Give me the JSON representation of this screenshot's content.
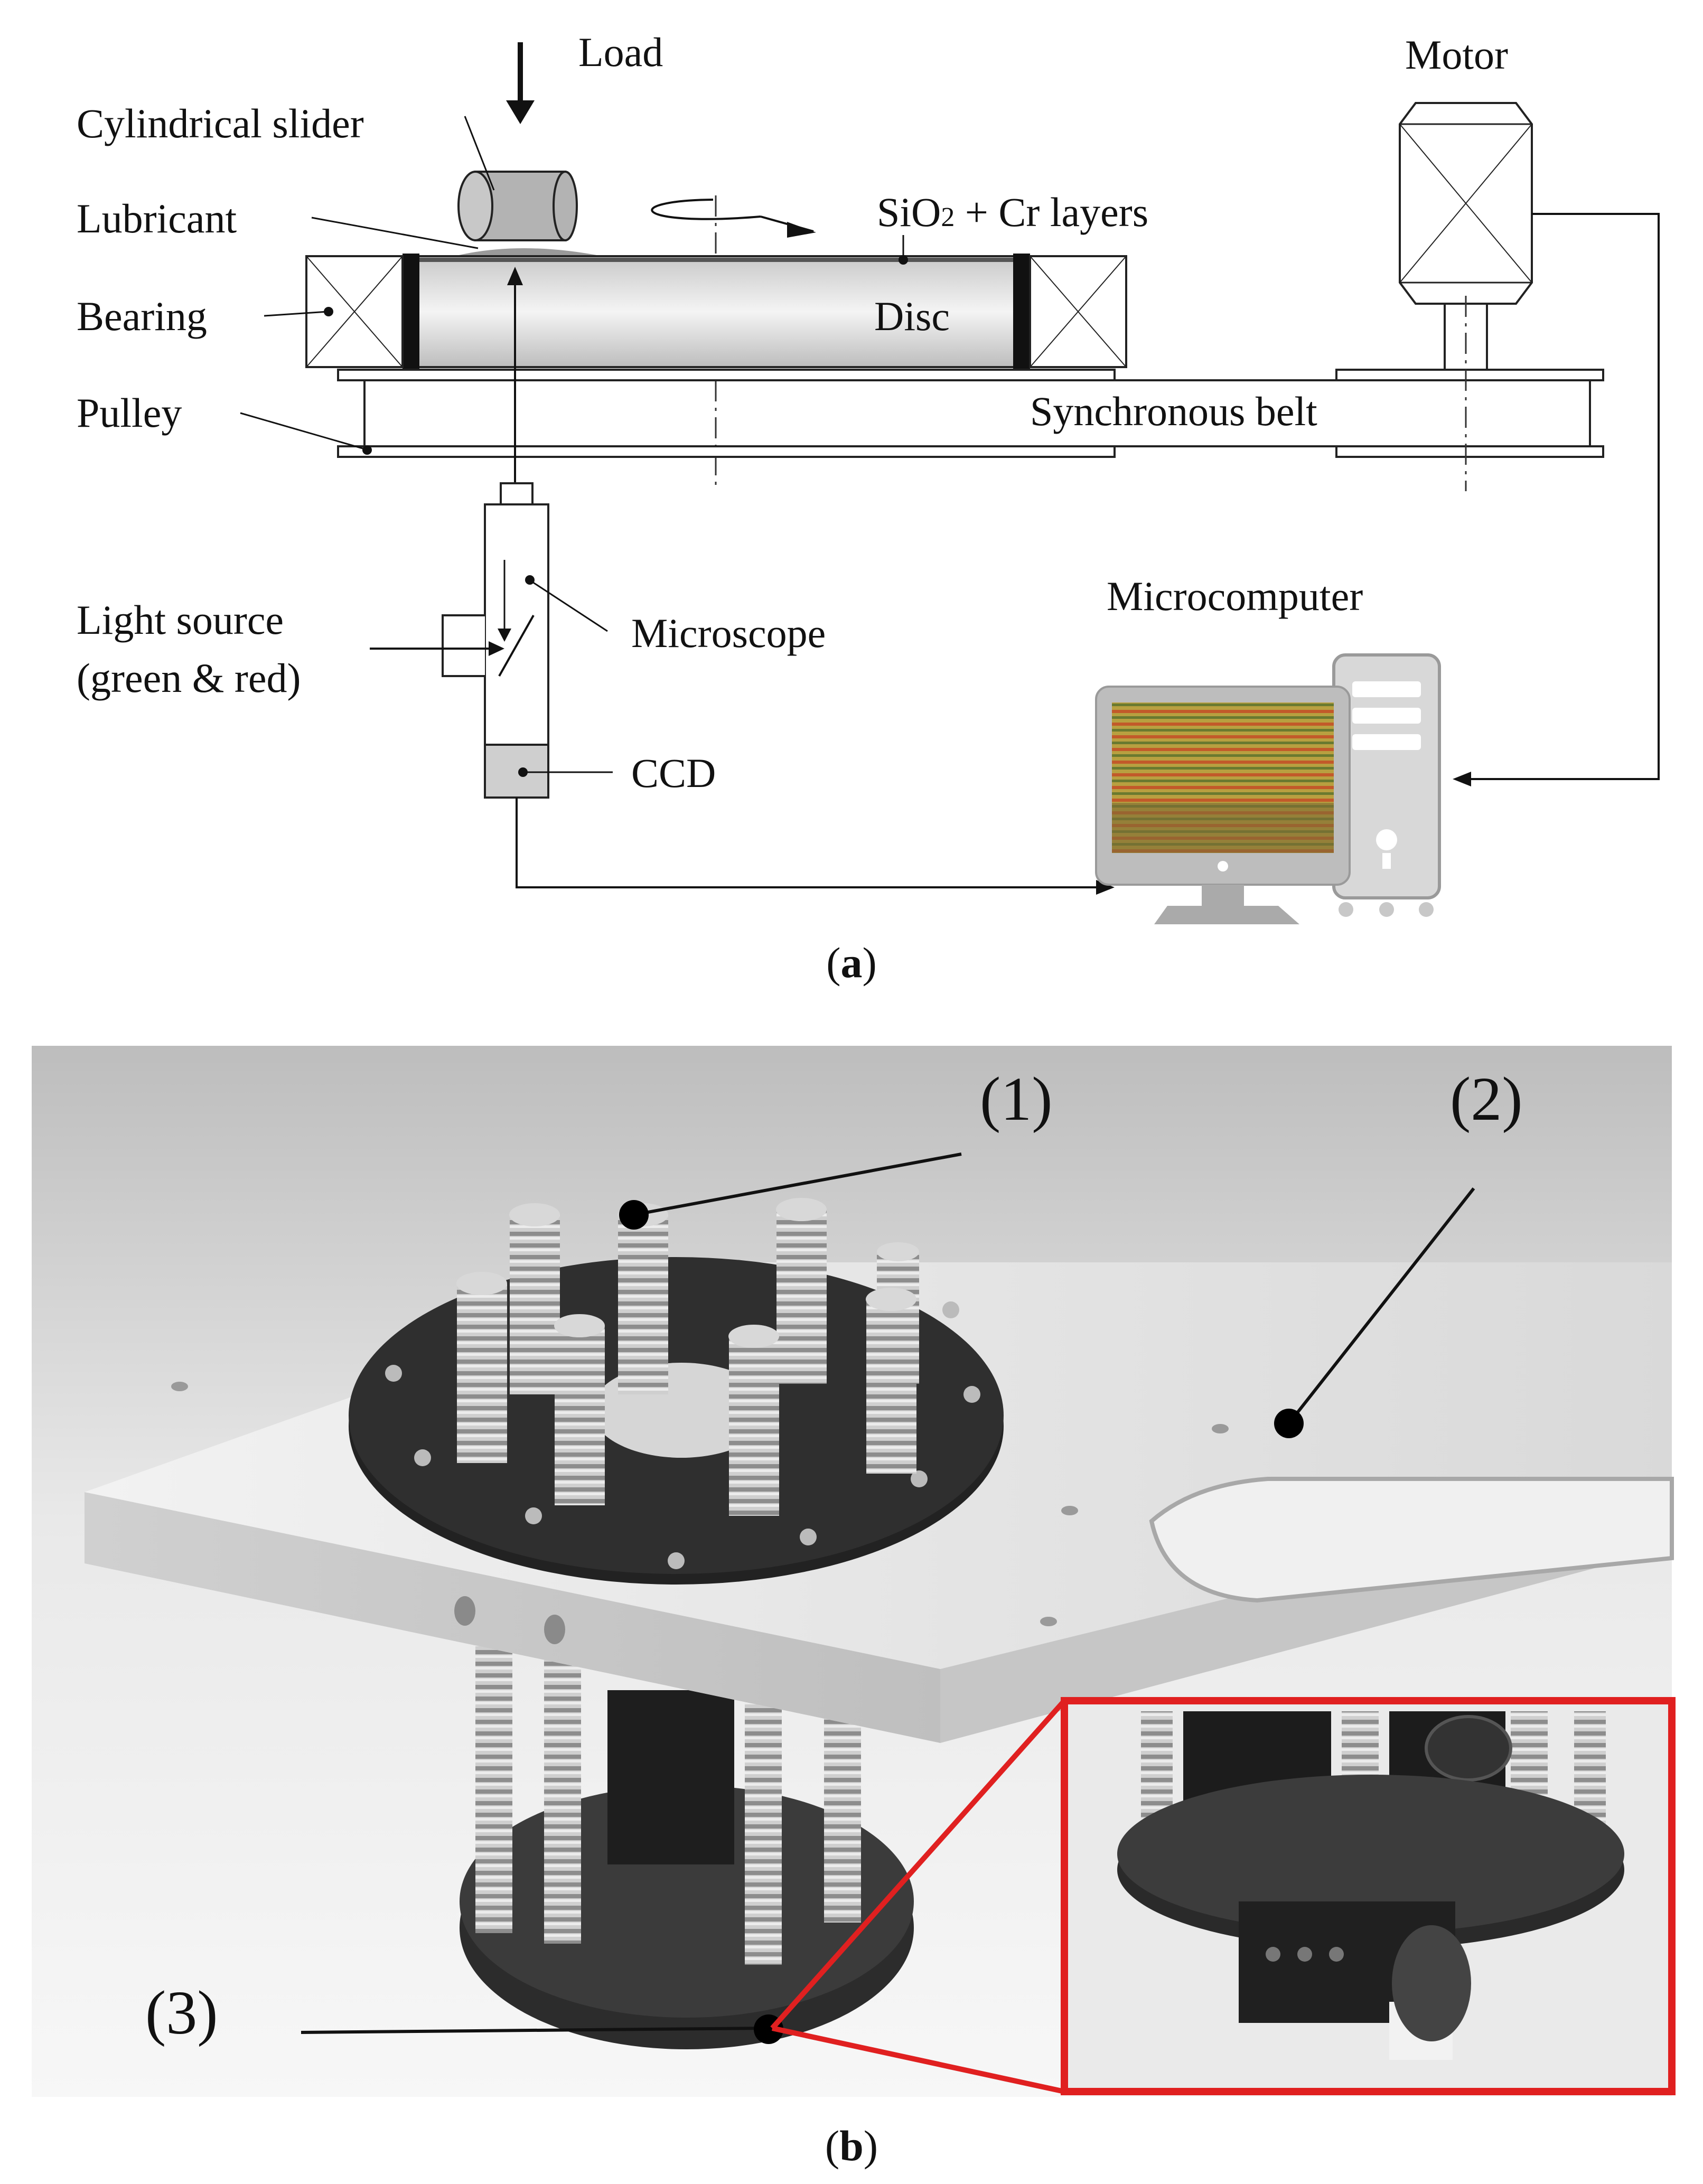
{
  "panel_a": {
    "caption_open": "(",
    "caption_letter": "a",
    "caption_close": ")",
    "labels": {
      "load": "Load",
      "cylindrical_slider": "Cylindrical  slider",
      "lubricant": "Lubricant",
      "bearing": "Bearing",
      "pulley": "Pulley",
      "light_source_1": "Light  source",
      "light_source_2": "(green & red)",
      "microscope": "Microscope",
      "ccd": "CCD",
      "disc": "Disc",
      "layers_prefix": "SiO",
      "layers_sub": "2",
      "layers_suffix": " + Cr layers",
      "synchronous_belt": "Synchronous  belt",
      "motor": "Motor",
      "microcomputer": "Microcomputer"
    }
  },
  "panel_b": {
    "caption_open": "(",
    "caption_letter": "b",
    "caption_close": ")",
    "callouts": [
      "(1)",
      "(2)",
      "(3)"
    ],
    "colors": {
      "highlight": "#e02020",
      "plate": "#dedede",
      "ring": "#2b2b2b"
    }
  }
}
